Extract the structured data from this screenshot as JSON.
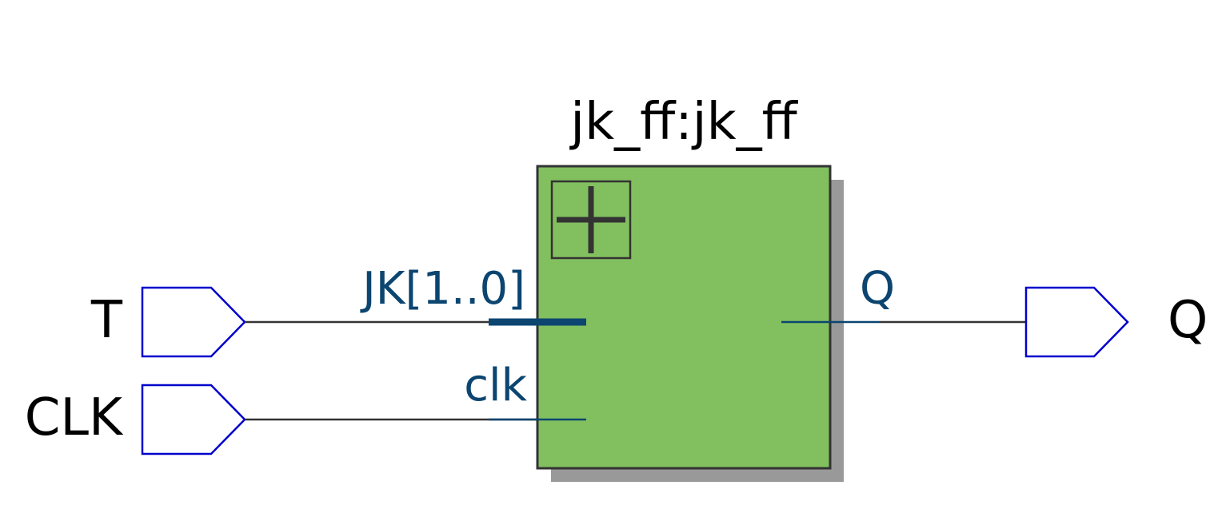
{
  "diagram": {
    "instance": {
      "name": "jk_ff:jk_ff",
      "fill_color": "#82c05f",
      "shadow_color": "#999999"
    },
    "inputs": [
      {
        "port": "T",
        "pin": "JK[1..0]",
        "bus": true
      },
      {
        "port": "CLK",
        "pin": "clk",
        "bus": false
      }
    ],
    "outputs": [
      {
        "port": "Q",
        "pin": "Q",
        "bus": false
      }
    ],
    "colors": {
      "port_outline": "#0000cc",
      "wire": "#333333",
      "pin": "#0b4570",
      "text": "#000000"
    },
    "icons": {
      "expand": "plus-icon"
    }
  }
}
